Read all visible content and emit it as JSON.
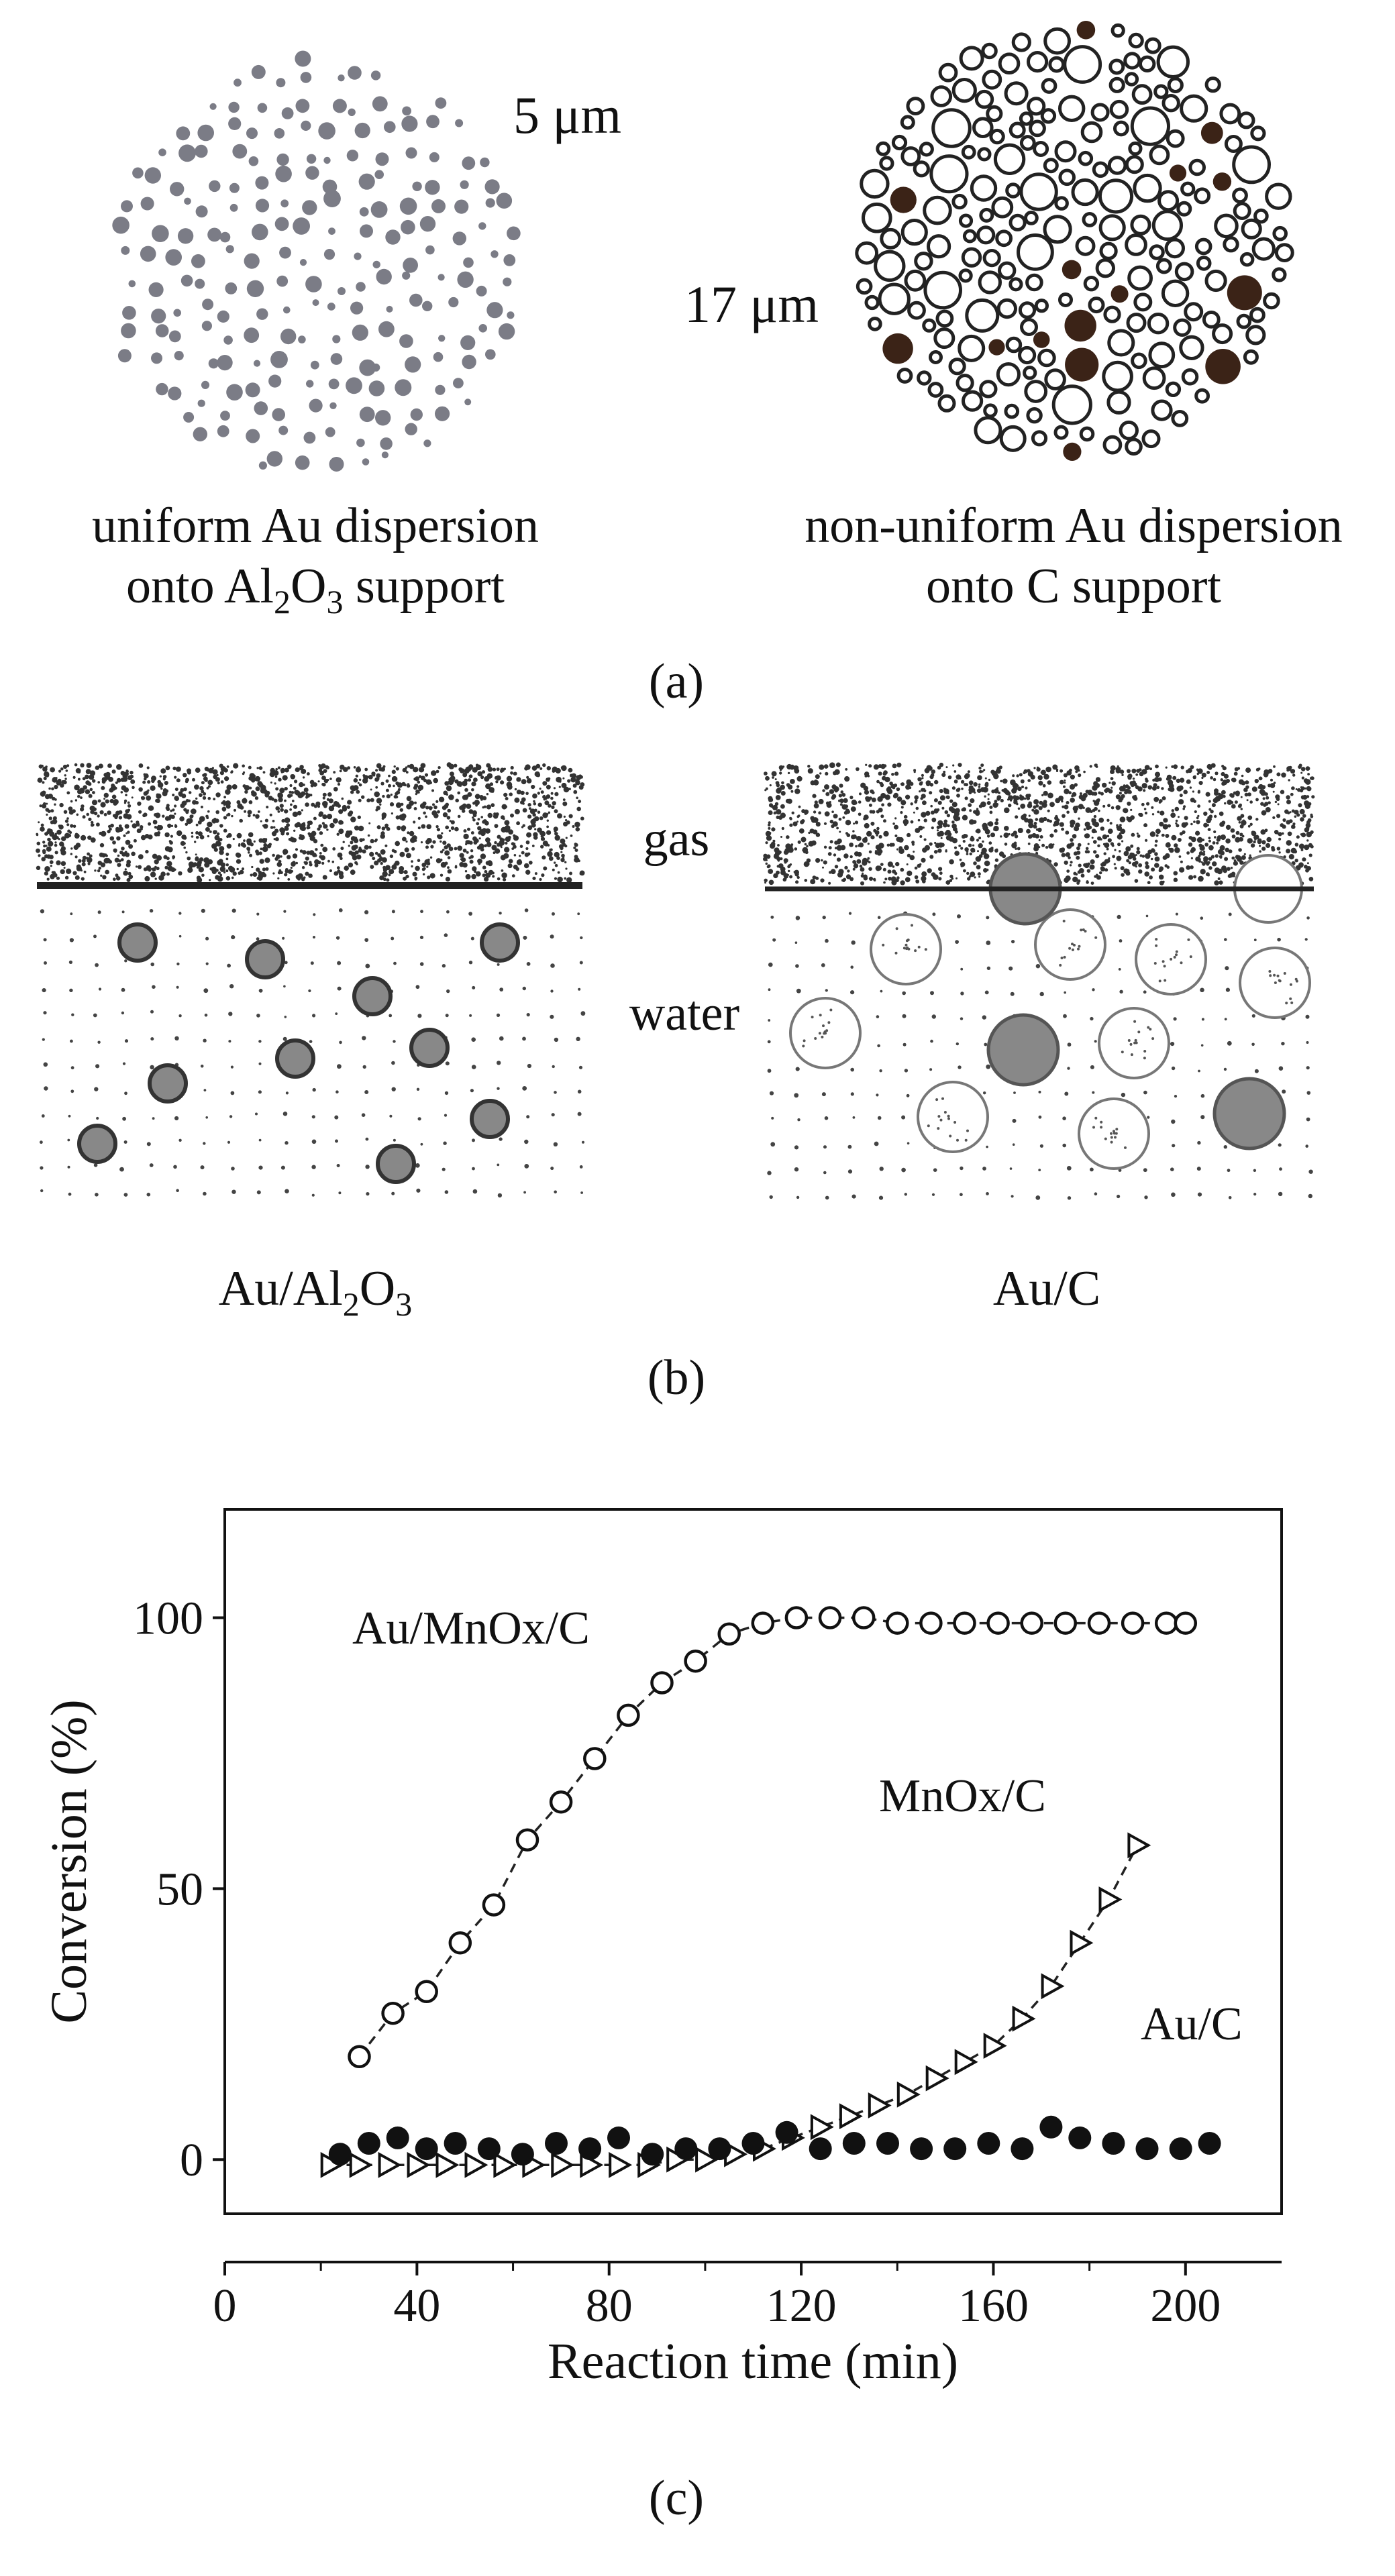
{
  "panel_a": {
    "label": "(a)",
    "left_scale": "5 μm",
    "right_scale": "17 μm",
    "left_caption_line1": "uniform Au dispersion",
    "left_caption_line2_prefix": "onto Al",
    "left_caption_line2_sub1": "2",
    "left_caption_line2_mid": "O",
    "left_caption_line2_sub2": "3",
    "left_caption_line2_suffix": " support",
    "right_caption_line1": "non-uniform Au dispersion",
    "right_caption_line2": "onto C support",
    "colors": {
      "uniform_particle": "#7b7c86",
      "dark_particle": "#3b2317"
    }
  },
  "panel_b": {
    "label": "(b)",
    "gas_label": "gas",
    "water_label": "water",
    "left_caption_prefix": "Au/Al",
    "left_caption_sub1": "2",
    "left_caption_mid": "O",
    "left_caption_sub2": "3",
    "right_caption": "Au/C",
    "colors": {
      "particle_fill": "#888888",
      "interface": "#222222"
    }
  },
  "panel_c": {
    "label": "(c)"
  },
  "chart_data": {
    "type": "scatter",
    "xlabel": "Reaction time (min)",
    "ylabel": "Conversion (%)",
    "xlim": [
      0,
      220
    ],
    "ylim": [
      -10,
      120
    ],
    "xticks": [
      0,
      40,
      80,
      120,
      160,
      200
    ],
    "yticks": [
      0,
      50,
      100
    ],
    "series": [
      {
        "name": "Au/MnOx/C",
        "marker": "open-circle",
        "line": "dashed",
        "x": [
          28,
          35,
          42,
          49,
          56,
          63,
          70,
          77,
          84,
          91,
          98,
          105,
          112,
          119,
          126,
          133,
          140,
          147,
          154,
          161,
          168,
          175,
          182,
          189,
          196,
          200
        ],
        "y": [
          19,
          27,
          31,
          40,
          47,
          59,
          66,
          74,
          82,
          88,
          92,
          97,
          99,
          100,
          100,
          100,
          99,
          99,
          99,
          99,
          99,
          99,
          99,
          99,
          99,
          99
        ]
      },
      {
        "name": "MnOx/C",
        "marker": "open-triangle",
        "line": "dashed",
        "x": [
          22,
          28,
          34,
          40,
          46,
          52,
          58,
          64,
          70,
          76,
          82,
          88,
          94,
          100,
          106,
          112,
          118,
          124,
          130,
          136,
          142,
          148,
          154,
          160,
          166,
          172,
          178,
          184,
          190
        ],
        "y": [
          -1,
          -1,
          -1,
          -1,
          -1,
          -1,
          -1,
          -1,
          -1,
          -1,
          -1,
          -1,
          0,
          0,
          1,
          2,
          4,
          6,
          8,
          10,
          12,
          15,
          18,
          21,
          26,
          32,
          40,
          48,
          58
        ]
      },
      {
        "name": "Au/C",
        "marker": "filled-circle",
        "line": "none",
        "x": [
          24,
          30,
          36,
          42,
          48,
          55,
          62,
          69,
          76,
          82,
          89,
          96,
          103,
          110,
          117,
          124,
          131,
          138,
          145,
          152,
          159,
          166,
          172,
          178,
          185,
          192,
          199,
          205
        ],
        "y": [
          1,
          3,
          4,
          2,
          3,
          2,
          1,
          3,
          2,
          4,
          1,
          2,
          2,
          3,
          5,
          2,
          3,
          3,
          2,
          2,
          3,
          2,
          6,
          4,
          3,
          2,
          2,
          3
        ]
      }
    ]
  }
}
